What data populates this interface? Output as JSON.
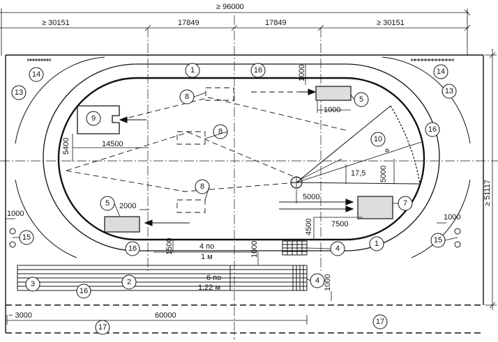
{
  "dimensions": {
    "overall_width": "≥ 96000",
    "left_segment": "≥ 30151",
    "center_left": "17849",
    "center_right": "17849",
    "right_segment": "≥ 30151",
    "overall_height": "≥ 51117",
    "dim_1000_top": "1000",
    "dim_1000_box": "1000",
    "dim_5400": "5400",
    "dim_14500": "14500",
    "dim_2000": "2000",
    "dim_1000_left": "1000",
    "dim_1000_right": "1000",
    "dim_1500": "1500",
    "dim_4500": "4500",
    "dim_5000_horizontal": "5000",
    "dim_5000_vertical": "5000",
    "dim_7500": "7500",
    "angle": "17,5",
    "dim_1000_lanes": "1000",
    "dim_1000_bottom": "1000",
    "dim_3000": "− 3000",
    "dim_60000": "60000"
  },
  "lanes": {
    "oval_count": "4 по",
    "oval_width": "1 м",
    "straight_count": "6 по",
    "straight_width": "1,22 м"
  },
  "callouts": {
    "c1": "1",
    "c2": "2",
    "c3": "3",
    "c4": "4",
    "c5": "5",
    "c7": "7",
    "c8": "8",
    "c9": "9",
    "c10": "10",
    "c13": "13",
    "c14": "14",
    "c15": "15",
    "c16": "16",
    "c17": "17"
  }
}
